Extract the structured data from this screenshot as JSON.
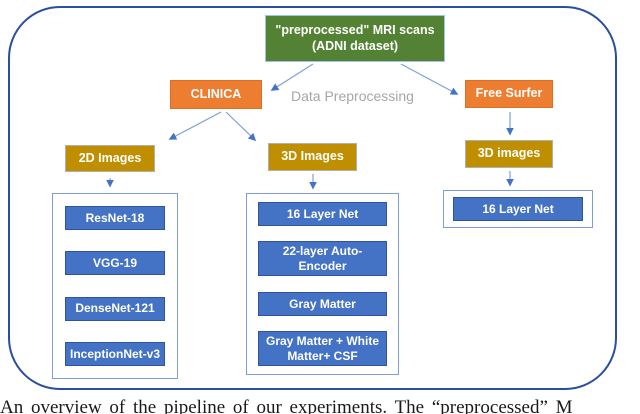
{
  "diagram": {
    "root": {
      "line1": "\"preprocessed\" MRI scans",
      "line2": "(ADNI dataset)"
    },
    "preprocessing_label": "Data Preprocessing",
    "tools": {
      "clinica": "CLINICA",
      "freesurfer": "Free Surfer"
    },
    "branches": {
      "clinica_2d": "2D Images",
      "clinica_3d": "3D Images",
      "freesurfer_3d": "3D images"
    },
    "models_2d": [
      "ResNet-18",
      "VGG-19",
      "DenseNet-121",
      "InceptionNet-v3"
    ],
    "models_3d_clinica": [
      "16 Layer Net",
      "22-layer Auto-Encoder",
      "Gray Matter",
      "Gray Matter + White Matter+ CSF"
    ],
    "models_3d_freesurfer": [
      "16 Layer Net"
    ],
    "colors": {
      "root_green": "#548235",
      "tool_orange": "#ED7D31",
      "branch_gold": "#BF8F00",
      "model_blue": "#4472C4",
      "outer_border_blue": "#2a4f9e",
      "arrow_blue": "#4472C4",
      "label_gray": "#A6A6A6"
    }
  },
  "caption": "An overview of the pipeline of our experiments. The “preprocessed” M"
}
